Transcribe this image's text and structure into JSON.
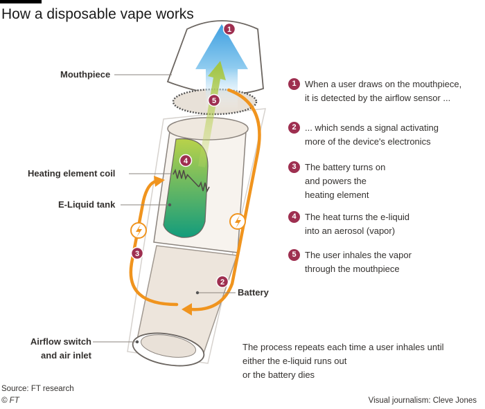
{
  "title": "How a disposable vape works",
  "labels": {
    "mouthpiece": "Mouthpiece",
    "heating_coil": "Heating element coil",
    "tank": "E-Liquid tank",
    "battery": "Battery",
    "airflow_line1": "Airflow switch",
    "airflow_line2": "and air inlet"
  },
  "steps": [
    {
      "num": "1",
      "text": "When a user draws on the mouthpiece,\nit is detected by the airflow sensor ..."
    },
    {
      "num": "2",
      "text": "... which sends a signal activating\nmore of the device's electronics"
    },
    {
      "num": "3",
      "text": "The battery turns on\nand powers the\nheating element"
    },
    {
      "num": "4",
      "text": "The heat turns the e-liquid\n into an aerosol (vapor)"
    },
    {
      "num": "5",
      "text": "The user inhales the vapor\nthrough the mouthpiece"
    }
  ],
  "note": "The process repeats each time a user inhales until\neither the e-liquid runs out\nor the battery dies",
  "source": "Source: FT research",
  "copyright": "© FT",
  "credit": "Visual journalism: Cleve Jones",
  "colors": {
    "badge": "#9e2f50",
    "arrow_orange": "#f0941e",
    "airflow_blue": "#4aa3df",
    "vapor_green": "#a8c74a",
    "tank_green": "#1fa37a",
    "body_fill": "#ede5dc"
  }
}
